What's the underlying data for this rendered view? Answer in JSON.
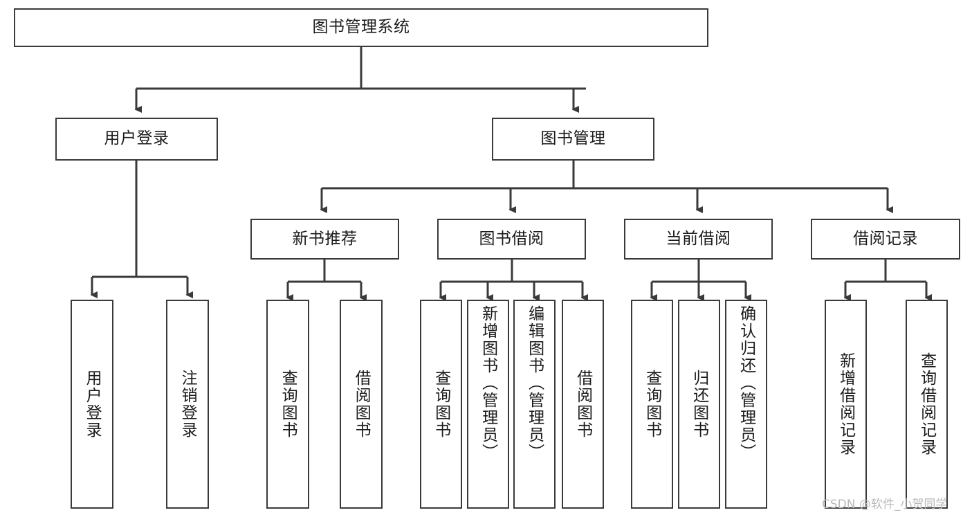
{
  "diagram": {
    "type": "tree-hierarchy",
    "title": "图书管理系统",
    "root": {
      "id": "root",
      "label": "图书管理系统"
    },
    "level2": [
      {
        "id": "user-login",
        "label": "用户登录"
      },
      {
        "id": "book-manage",
        "label": "图书管理"
      }
    ],
    "level3": [
      {
        "id": "new-book-recommend",
        "label": "新书推荐",
        "parent": "book-manage"
      },
      {
        "id": "book-borrow",
        "label": "图书借阅",
        "parent": "book-manage"
      },
      {
        "id": "current-borrow",
        "label": "当前借阅",
        "parent": "book-manage"
      },
      {
        "id": "borrow-record",
        "label": "借阅记录",
        "parent": "book-manage"
      }
    ],
    "leaves": {
      "user_login": [
        {
          "id": "leaf-user-login",
          "label": "用户登录"
        },
        {
          "id": "leaf-logout",
          "label": "注销登录"
        }
      ],
      "new_book_recommend": [
        {
          "id": "leaf-query-book-1",
          "label": "查询图书"
        },
        {
          "id": "leaf-borrow-book-1",
          "label": "借阅图书"
        }
      ],
      "book_borrow": [
        {
          "id": "leaf-query-book-2",
          "label": "查询图书"
        },
        {
          "id": "leaf-add-book",
          "label": "新增图书（管理员）"
        },
        {
          "id": "leaf-edit-book",
          "label": "编辑图书（管理员）"
        },
        {
          "id": "leaf-borrow-book-2",
          "label": "借阅图书"
        }
      ],
      "current_borrow": [
        {
          "id": "leaf-query-book-3",
          "label": "查询图书"
        },
        {
          "id": "leaf-return-book",
          "label": "归还图书"
        },
        {
          "id": "leaf-confirm-return",
          "label": "确认归还（管理员）"
        }
      ],
      "borrow_record": [
        {
          "id": "leaf-add-record",
          "label": "新增借阅记录"
        },
        {
          "id": "leaf-query-record",
          "label": "查询借阅记录"
        }
      ]
    }
  },
  "watermark": {
    "text": "CSDN @软件_小贺同学"
  },
  "colors": {
    "stroke": "#3a3a3a",
    "text": "#1b1b1b",
    "background": "#ffffff",
    "watermark": "#b9b9b9"
  }
}
